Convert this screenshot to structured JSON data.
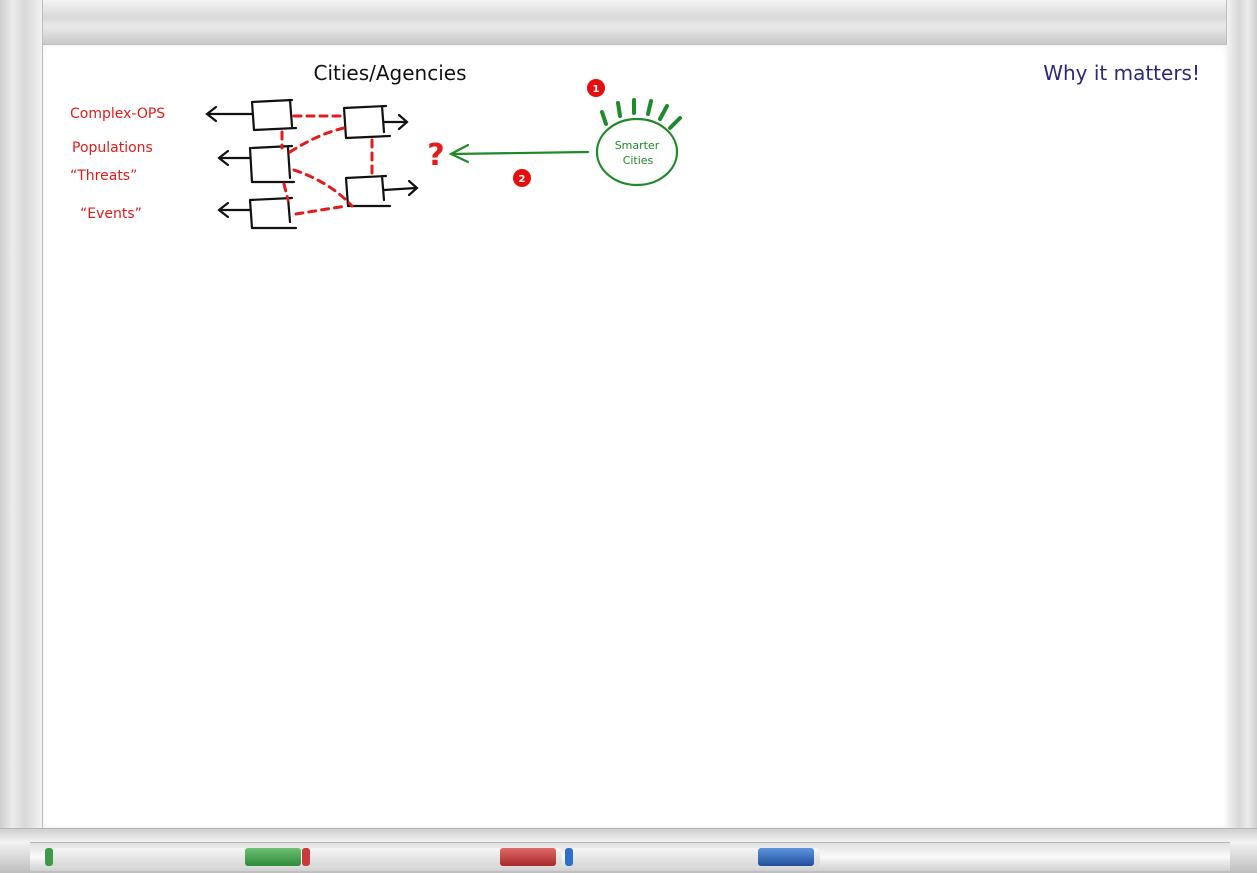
{
  "whiteboard": {
    "title": "Cities/Agencies",
    "corner_note": "Why it matters!",
    "labels": [
      "Complex-OPS",
      "Populations",
      "“Threats”",
      "“Events”"
    ],
    "question_mark": "?",
    "bubble_line1": "Smarter",
    "bubble_line2": "Cities",
    "step1": "1",
    "step2": "2"
  },
  "markers": [
    {
      "name": "green-marker",
      "color": "#3c9a4a"
    },
    {
      "name": "red-marker",
      "color": "#c93a3a"
    },
    {
      "name": "blue-marker",
      "color": "#2f6fc9"
    }
  ],
  "colors": {
    "red_ink": "#e31b1b",
    "green_ink": "#1f8a2a",
    "navy_ink": "#2b2a7a",
    "black_ink": "#111111"
  }
}
